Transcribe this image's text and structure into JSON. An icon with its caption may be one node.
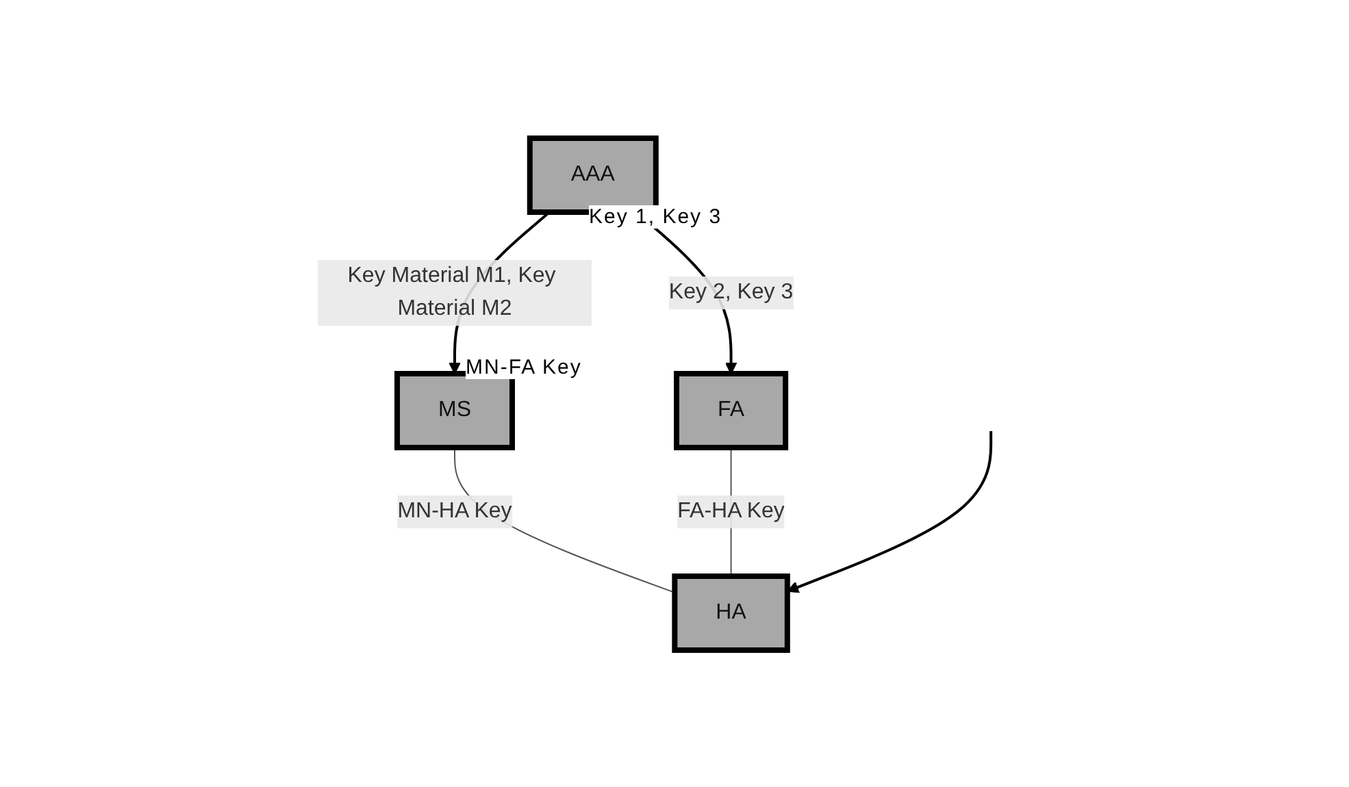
{
  "diagram": {
    "nodes": [
      {
        "text": [
          "AAA"
        ]
      },
      {
        "text": [
          "MS"
        ]
      },
      {
        "text": [
          "FA"
        ]
      },
      {
        "text": [
          "HA"
        ]
      }
    ],
    "edges": [
      {
        "from": 0,
        "to": 1,
        "arrow": "to",
        "label": "Key Material M1, Key Material M2"
      },
      {
        "from": 0,
        "to": 2,
        "arrow": "to",
        "label": "Key 2, Key 3"
      },
      {
        "from": 1,
        "to": 3,
        "arrow": "none",
        "label": "MN-HA Key"
      },
      {
        "from": 2,
        "to": 3,
        "arrow": "none",
        "label": "FA-HA Key"
      },
      {
        "from": null,
        "to": 3,
        "arrow": "to"
      }
    ],
    "labels": [
      "Key 1, Key 3",
      "MN-FA Key"
    ]
  }
}
